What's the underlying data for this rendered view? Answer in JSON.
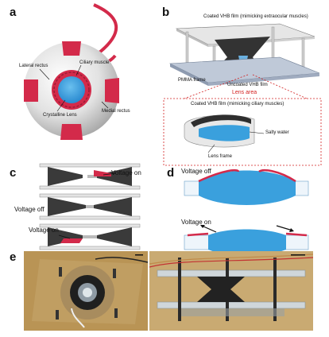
{
  "panels": {
    "a": {
      "letter": "a",
      "labels": {
        "lateral_rectus": "Lateral rectus",
        "ciliary_muscle": "Ciliary muscle",
        "crystalline_lens": "Crystalline Lens",
        "medial_rectus": "Medial rectus"
      }
    },
    "b": {
      "letter": "b",
      "labels": {
        "coated_film_extraocular": "Coated VHB film (mimicking extraocular muscles)",
        "pmma_frame": "PMMA frame",
        "uncoated_film": "Uncoated VHB film",
        "lens_area": "Lens area",
        "coated_film_ciliary": "Coated VHB film (mimicking ciliary muscles)",
        "salty_water": "Salty water",
        "lens_frame": "Lens frame"
      }
    },
    "c": {
      "letter": "c",
      "labels": {
        "voltage_on_top": "Voltage on",
        "voltage_off": "Voltage off",
        "voltage_on_bottom": "Voltage on"
      }
    },
    "d": {
      "letter": "d",
      "labels": {
        "voltage_off": "Voltage off",
        "voltage_on": "Voltage on"
      }
    },
    "e": {
      "letter": "e"
    }
  },
  "colors": {
    "accent_red": "#d32a4a",
    "lens_blue": "#3aa0dd",
    "dark_film": "#2e2e2e",
    "eye_gray": "#dcdcdc",
    "dashed_red": "#d32020",
    "photo_wood": "#b99455"
  }
}
